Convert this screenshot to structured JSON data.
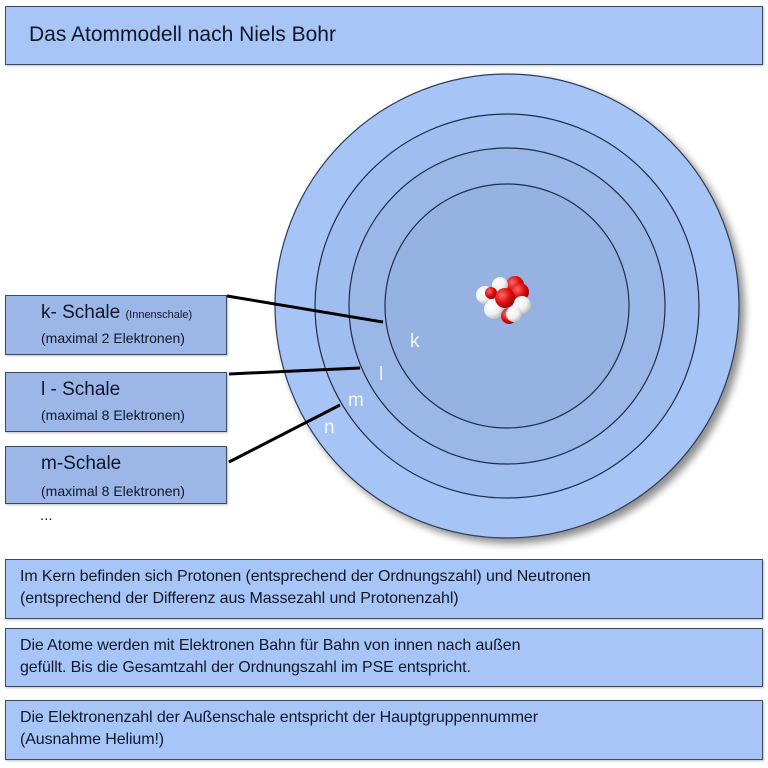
{
  "title": "Das Atommodell nach Niels Bohr",
  "shells": [
    {
      "id": "k",
      "letter": "k",
      "label": "k- Schale",
      "note": "(Innenschale)",
      "capacity": "(maximal 2 Elektronen)"
    },
    {
      "id": "l",
      "letter": "l",
      "label": "l - Schale",
      "note": "",
      "capacity": "(maximal 8 Elektronen)"
    },
    {
      "id": "m",
      "letter": "m",
      "label": "m-Schale",
      "note": "",
      "capacity": "(maximal 8 Elektronen)"
    },
    {
      "id": "n",
      "letter": "n"
    }
  ],
  "ellipsis": "...",
  "info": [
    {
      "line1": "Im Kern befinden sich Protonen (entsprechend der Ordnungszahl) und Neutronen",
      "line2": "(entsprechend der Differenz aus Massezahl und Protonenzahl)"
    },
    {
      "line1": "Die Atome werden mit Elektronen Bahn für Bahn von innen nach außen",
      "line2": "gefüllt. Bis die Gesamtzahl der Ordnungszahl im PSE entspricht."
    },
    {
      "line1": "Die Elektronenzahl der Außenschale entspricht der Hauptgruppennummer",
      "line2": "(Ausnahme Helium!)"
    }
  ],
  "colors": {
    "box_fill": "#a8c5f7",
    "label_fill": "#9bb6e7",
    "shell_outer": "#a7c4f6",
    "shell_2": "#a0bdf0",
    "shell_3": "#9ab7e8",
    "shell_inner": "#95b2e2",
    "proton": "#e01010",
    "neutron": "#f4f4f4"
  }
}
